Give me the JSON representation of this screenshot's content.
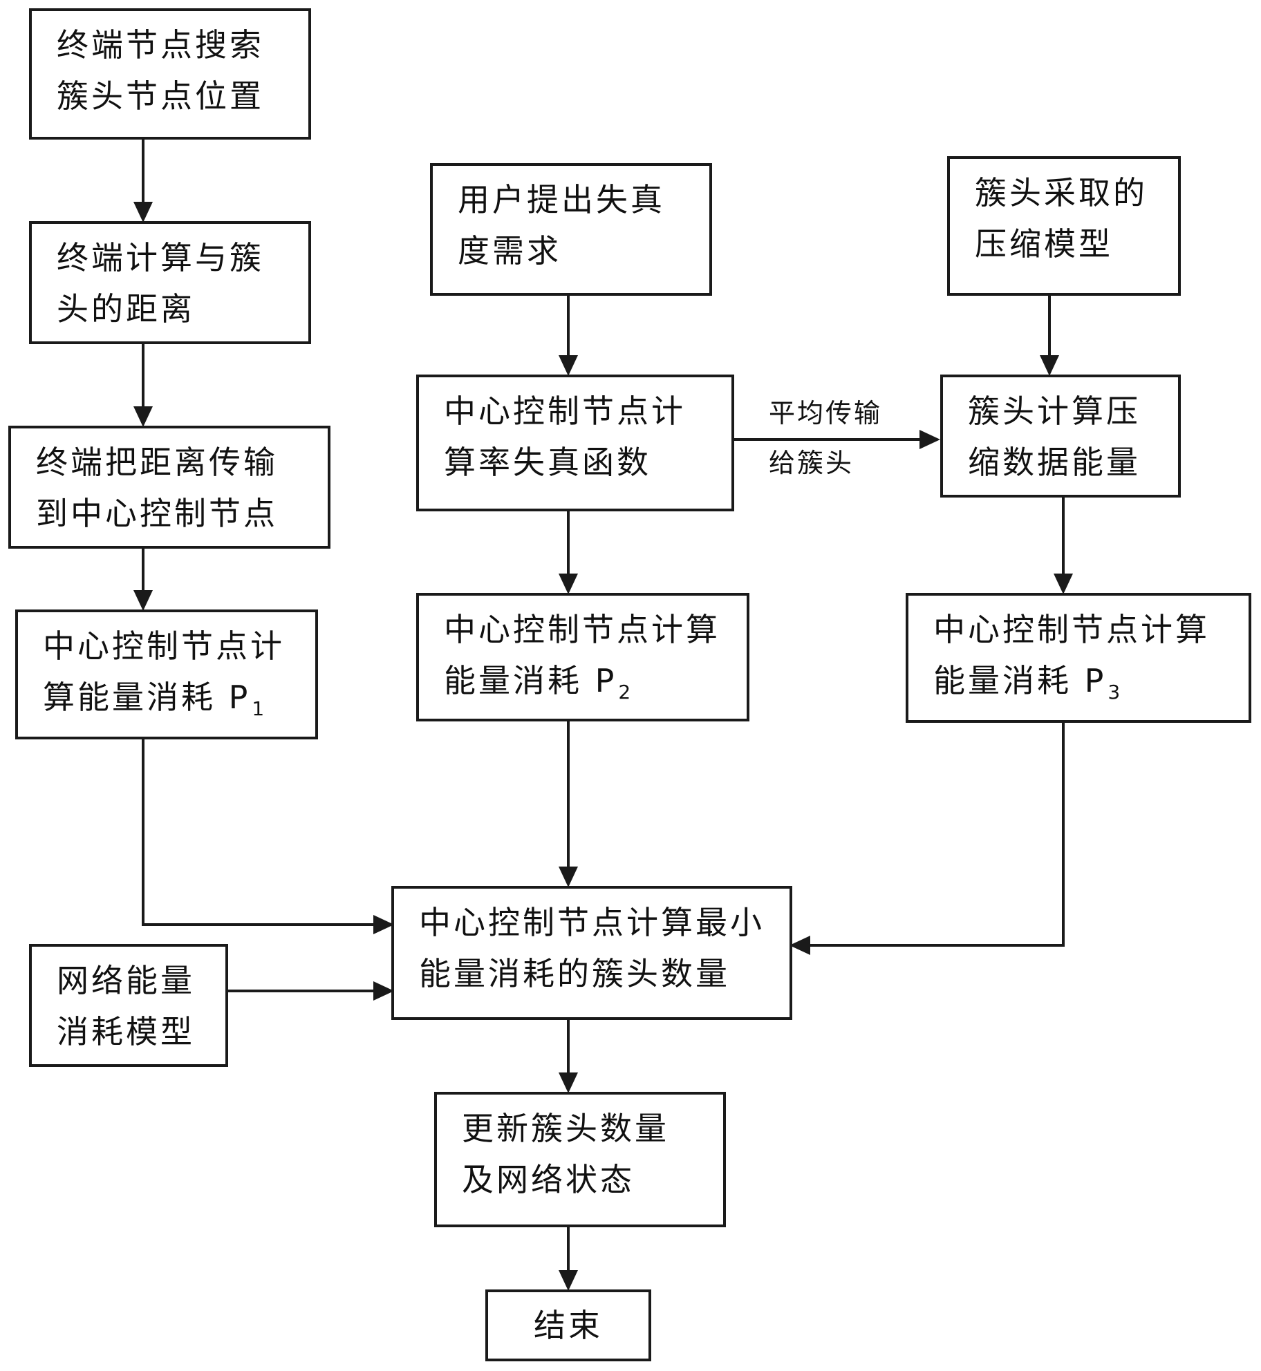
{
  "nodes": {
    "search_cluster_head": {
      "line1": "终端节点搜索",
      "line2": "簇头节点位置"
    },
    "terminal_distance": {
      "line1": "终端计算与簇",
      "line2": "头的距离"
    },
    "transmit_distance": {
      "line1": "终端把距离传输",
      "line2": "到中心控制节点"
    },
    "energy_p1": {
      "line1": "中心控制节点计",
      "line2": "算能量消耗 P",
      "subscript": "1"
    },
    "user_distortion": {
      "line1": "用户提出失真",
      "line2": "度需求"
    },
    "rate_distortion": {
      "line1": "中心控制节点计",
      "line2": "算率失真函数"
    },
    "energy_p2": {
      "line1": "中心控制节点计算",
      "line2": "能量消耗 P",
      "subscript": "2"
    },
    "compression_model": {
      "line1": "簇头采取的",
      "line2": "压缩模型"
    },
    "compression_energy": {
      "line1": "簇头计算压",
      "line2": "缩数据能量"
    },
    "energy_p3": {
      "line1": "中心控制节点计算",
      "line2": "能量消耗 P",
      "subscript": "3"
    },
    "min_energy_heads": {
      "line1": "中心控制节点计算最小",
      "line2": "能量消耗的簇头数量"
    },
    "network_energy_model": {
      "line1": "网络能量",
      "line2": "消耗模型"
    },
    "update_state": {
      "line1": "更新簇头数量",
      "line2": "及网络状态"
    },
    "end": {
      "text": "结束"
    }
  },
  "edge_labels": {
    "avg_transmit": {
      "line1": "平均传输",
      "line2": "给簇头"
    }
  }
}
